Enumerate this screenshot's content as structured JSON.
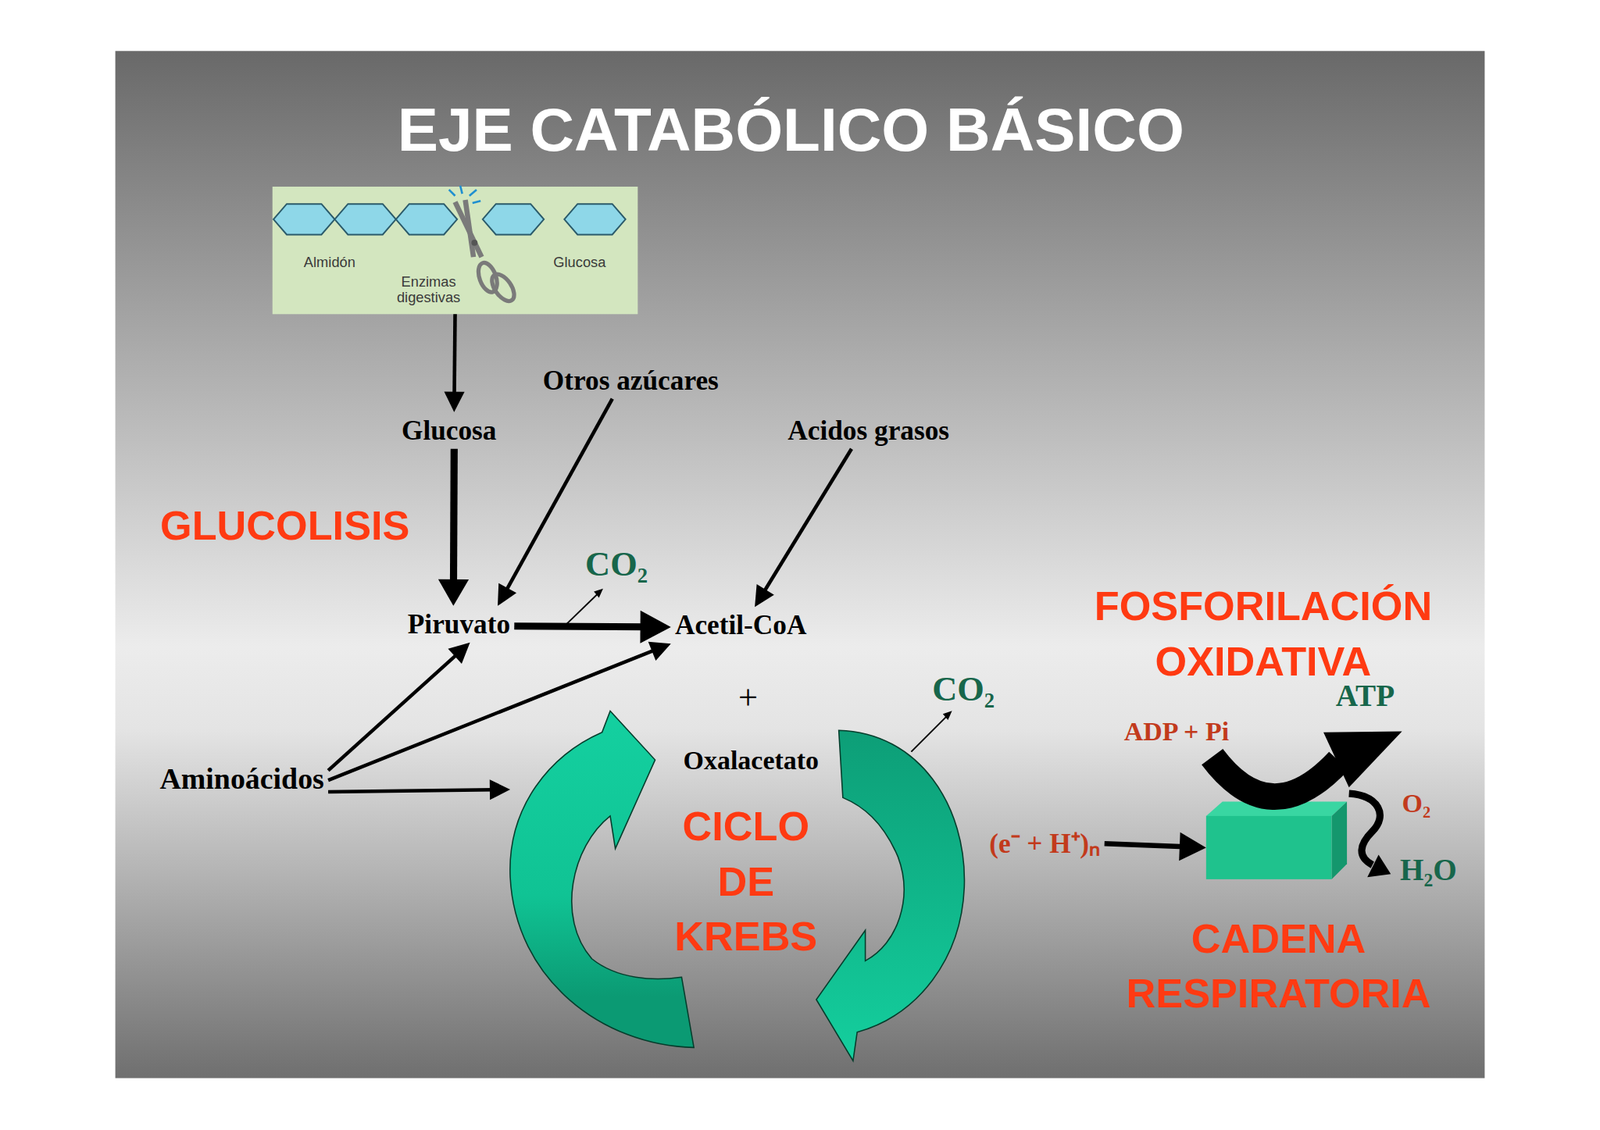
{
  "diagram": {
    "title": "EJE CATABÓLICO BÁSICO",
    "nodes": [
      {
        "text": [
          "Almidón",
          "Enzimas digestivas",
          "Glucosa"
        ]
      },
      {
        "text": [
          "Otros azúcares"
        ]
      },
      {
        "text": [
          "Glucosa"
        ]
      },
      {
        "text": [
          "Acidos grasos"
        ]
      },
      {
        "text": [
          "Piruvato"
        ]
      },
      {
        "text": [
          "Acetil-CoA"
        ]
      },
      {
        "text": [
          "Aminoácidos"
        ]
      },
      {
        "text": [
          "Oxalacetato",
          "CICLO DE KREBS"
        ]
      },
      {
        "text": [
          "(e⁻ + H⁺)ₙ"
        ]
      },
      {
        "text": [
          "CADENA RESPIRATORIA"
        ]
      }
    ],
    "edges": [
      {
        "from": 0,
        "to": 2,
        "arrow": "to"
      },
      {
        "from": 2,
        "to": 4,
        "arrow": "to"
      },
      {
        "from": 1,
        "to": 4,
        "arrow": "to"
      },
      {
        "from": 3,
        "to": 5,
        "arrow": "to"
      },
      {
        "from": 4,
        "to": 5,
        "arrow": "to"
      },
      {
        "from": 6,
        "to": 4,
        "arrow": "to"
      },
      {
        "from": 6,
        "to": 5,
        "arrow": "to"
      },
      {
        "from": 6,
        "to": 7,
        "arrow": "to"
      },
      {
        "from": 8,
        "to": 9,
        "arrow": "to"
      }
    ],
    "labels": [
      "GLUCOLISIS",
      "CO₂",
      "+",
      "CO₂",
      "FOSFORILACIÓN OXIDATIVA",
      "ATP",
      "ADP + Pi",
      "O₂",
      "H₂O"
    ]
  }
}
